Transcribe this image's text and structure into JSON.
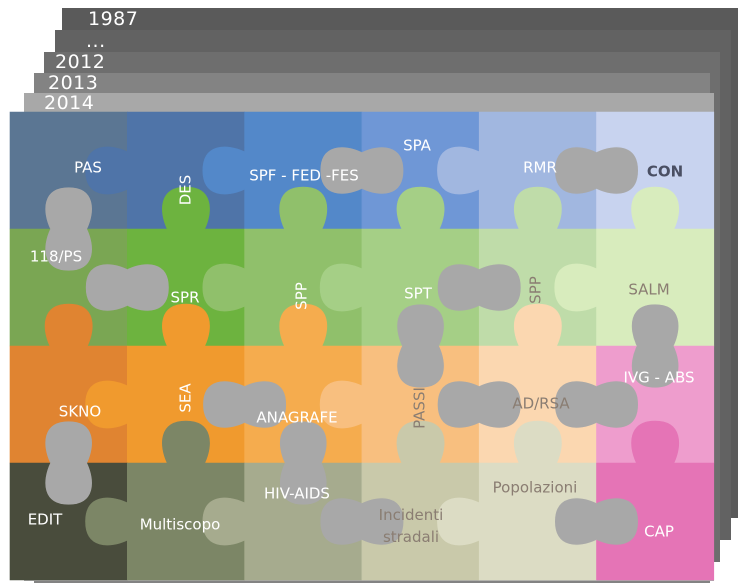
{
  "year_stack": [
    {
      "label": "1987",
      "color": "#5a5a5a"
    },
    {
      "label": "...",
      "color": "#626262"
    },
    {
      "label": "2012",
      "color": "#6e6e6e"
    },
    {
      "label": "2013",
      "color": "#838383"
    },
    {
      "label": "2014",
      "color": "#a8a8a8"
    }
  ],
  "pieces": [
    {
      "id": "pas",
      "label": "PAS",
      "color": "#5b7693"
    },
    {
      "id": "des",
      "label": "DES",
      "color": "#4f74a8"
    },
    {
      "id": "spf",
      "label": "SPF - FED -FES",
      "color": "#5388c9"
    },
    {
      "id": "spa",
      "label": "SPA",
      "color": "#6f97d6"
    },
    {
      "id": "rmr",
      "label": "RMR",
      "color": "#a1b7e0"
    },
    {
      "id": "con",
      "label": "CON",
      "color": "#c8d3ef"
    },
    {
      "id": "118ps",
      "label": "118/PS",
      "color": "#7aa653"
    },
    {
      "id": "spr",
      "label": "SPR",
      "color": "#6db33f"
    },
    {
      "id": "spp1",
      "label": "SPP",
      "color": "#90c06b"
    },
    {
      "id": "spt",
      "label": "SPT",
      "color": "#a5cf86"
    },
    {
      "id": "spp2",
      "label": "SPP",
      "color": "#bfdca9"
    },
    {
      "id": "salm",
      "label": "SALM",
      "color": "#d8ecbd"
    },
    {
      "id": "skno",
      "label": "SKNO",
      "color": "#e08431"
    },
    {
      "id": "sea",
      "label": "SEA",
      "color": "#f09a2e"
    },
    {
      "id": "anagrafe",
      "label": "ANAGRAFE",
      "color": "#f5ac4e"
    },
    {
      "id": "passi",
      "label": "PASSI",
      "color": "#f8bf7f"
    },
    {
      "id": "adrsa",
      "label": "AD/RSA",
      "color": "#fbd7b0"
    },
    {
      "id": "ivg",
      "label": "IVG - ABS",
      "color": "#ee9dcd"
    },
    {
      "id": "edit",
      "label": "EDIT",
      "color": "#494c3c"
    },
    {
      "id": "multiscopo",
      "label": "Multiscopo",
      "color": "#7c8666"
    },
    {
      "id": "hivaids",
      "label": "HIV-AIDS",
      "color": "#a6ab8e"
    },
    {
      "id": "incidenti",
      "label": "Incidenti stradali",
      "label_lines": [
        "Incidenti",
        "stradali"
      ],
      "color": "#c9c9aa"
    },
    {
      "id": "popolazioni",
      "label": "Popolazioni",
      "color": "#dcdcc4"
    },
    {
      "id": "cap",
      "label": "CAP",
      "color": "#e574b6"
    }
  ]
}
